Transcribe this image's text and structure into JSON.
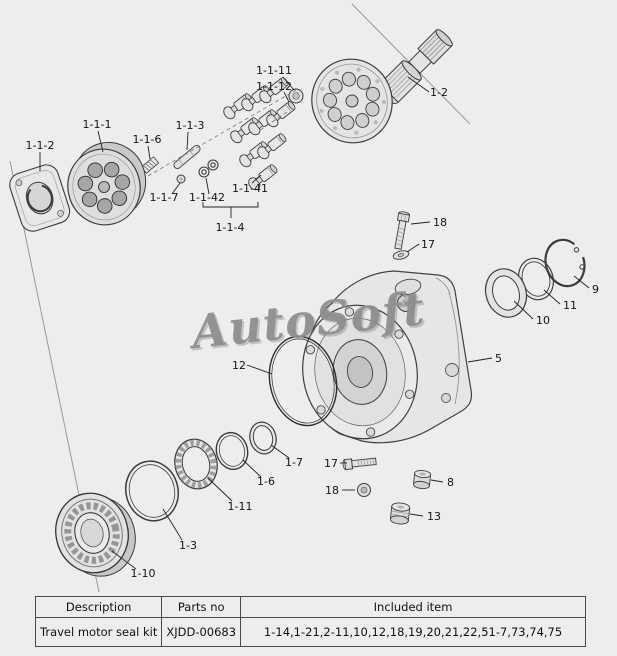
{
  "watermark": "AutoSoft",
  "labels": {
    "p1_1_11": "1-1-11",
    "p1_1_12": "1-1-12",
    "p1_2": "1-2",
    "p1_1_1": "1-1-1",
    "p1_1_6": "1-1-6",
    "p1_1_3": "1-1-3",
    "p1_1_2": "1-1-2",
    "p1_1_7": "1-1-7",
    "p1_1_42": "1-1-42",
    "p1_1_41": "1-1-41",
    "p1_1_4": "1-1-4",
    "p18_top": "18",
    "p17_top": "17",
    "p9": "9",
    "p11": "11",
    "p10": "10",
    "p5": "5",
    "p12": "12",
    "p1_7": "1-7",
    "p17_mid": "17",
    "p1_6": "1-6",
    "p18_mid": "18",
    "p8": "8",
    "p1_11": "1-11",
    "p13": "13",
    "p1_3": "1-3",
    "p1_10": "1-10"
  },
  "table": {
    "headers": [
      "Description",
      "Parts no",
      "Included item"
    ],
    "row": {
      "description": "Travel motor seal kit",
      "parts_no": "XJDD-00683",
      "included_item": "1-14,1-21,2-11,10,12,18,19,20,21,22,51-7,73,74,75"
    }
  }
}
